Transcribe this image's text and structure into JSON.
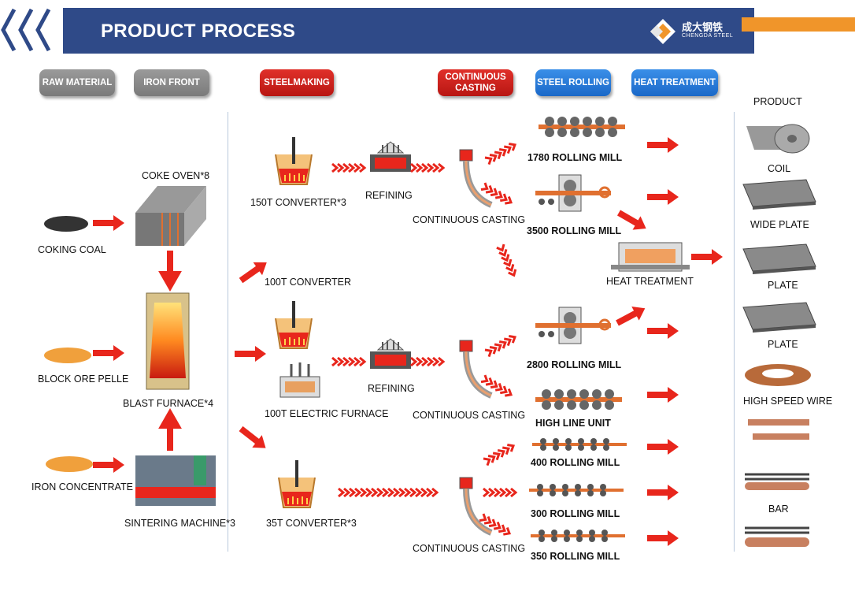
{
  "header": {
    "title": "PRODUCT PROCESS",
    "logo_cn": "成大钢铁",
    "logo_en": "CHENGDA STEEL"
  },
  "stages": [
    "RAW MATERIAL",
    "IRON FRONT",
    "STEELMAKING",
    "CONTINUOUS CASTING",
    "STEEL ROLLING",
    "HEAT TREATMENT"
  ],
  "raw": {
    "coking_coal": "COKING COAL",
    "block_ore": "BLOCK ORE PELLE",
    "iron_concentrate": "IRON CONCENTRATE"
  },
  "iron": {
    "coke_oven": "COKE OVEN*8",
    "blast_furnace": "BLAST FURNACE*4",
    "sintering": "SINTERING MACHINE*3"
  },
  "steel": {
    "conv150": "150T CONVERTER*3",
    "refining1": "REFINING",
    "conv100": "100T CONVERTER",
    "electric": "100T  ELECTRIC FURNACE",
    "refining2": "REFINING",
    "conv35": "35T CONVERTER*3"
  },
  "casting": {
    "cc1": "CONTINUOUS CASTING",
    "cc2": "CONTINUOUS CASTING",
    "cc3": "CONTINUOUS CASTING"
  },
  "rolling": {
    "m1780": "1780 ROLLING MILL",
    "m3500": "3500 ROLLING MILL",
    "heat": "HEAT TREATMENT",
    "m2800": "2800 ROLLING MILL",
    "highline": "HIGH LINE UNIT",
    "m400": "400 ROLLING MILL",
    "m300": "300 ROLLING MILL",
    "m350": "350 ROLLING MILL"
  },
  "products": {
    "header": "PRODUCT",
    "coil": "COIL",
    "wide_plate": "WIDE PLATE",
    "plate1": "PLATE",
    "plate2": "PLATE",
    "wire": "HIGH SPEED WIRE",
    "bar": "BAR"
  },
  "colors": {
    "banner": "#2f4a88",
    "accent_orange": "#f0952a",
    "arrow_red": "#e8261c",
    "stage_gray": "#8a8a8a",
    "stage_red": "#d02420",
    "stage_blue": "#2a7ad8"
  }
}
